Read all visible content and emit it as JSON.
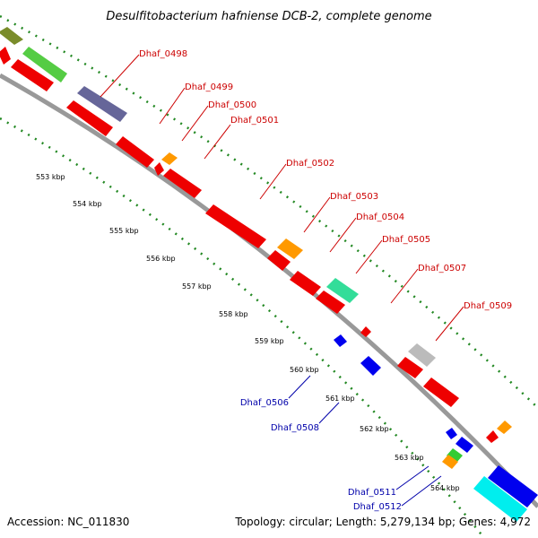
{
  "title": "Desulfitobacterium hafniense DCB-2, complete genome",
  "footer": {
    "accession": "Accession: NC_011830",
    "summary": "Topology: circular; Length: 5,279,134 bp; Genes: 4,972"
  },
  "colors": {
    "forward_label": "#cc0000",
    "reverse_label": "#0000aa",
    "backbone": "#999999",
    "tick_dots": "#228822"
  },
  "scale_ticks": [
    "553 kbp",
    "554 kbp",
    "555 kbp",
    "556 kbp",
    "557 kbp",
    "558 kbp",
    "559 kbp",
    "560 kbp",
    "561 kbp",
    "562 kbp",
    "563 kbp",
    "564 kbp"
  ],
  "forward_labels": [
    "Dhaf_0498",
    "Dhaf_0499",
    "Dhaf_0500",
    "Dhaf_0501",
    "Dhaf_0502",
    "Dhaf_0503",
    "Dhaf_0504",
    "Dhaf_0505",
    "Dhaf_0507",
    "Dhaf_0509"
  ],
  "reverse_labels": [
    "Dhaf_0506",
    "Dhaf_0508",
    "Dhaf_0511",
    "Dhaf_0512"
  ]
}
